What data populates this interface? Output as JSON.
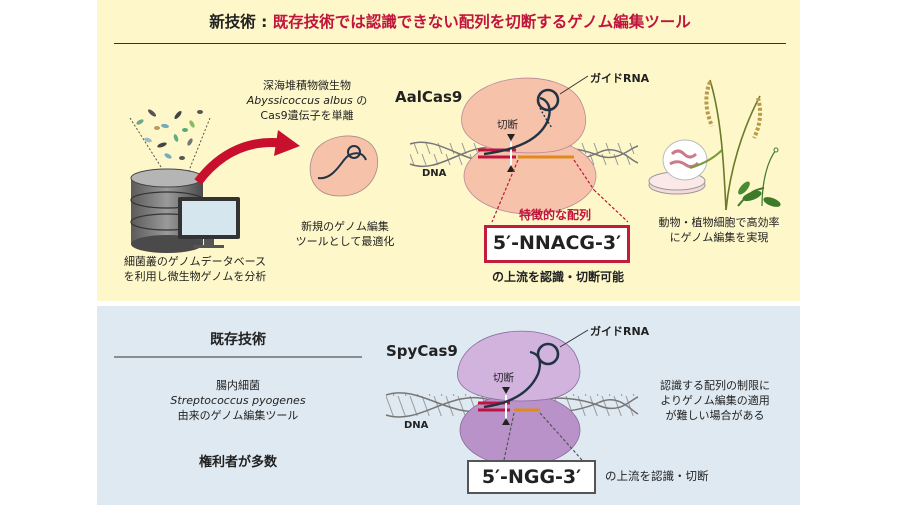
{
  "title": {
    "prefix": "新技術 : ",
    "highlight": "既存技術では認識できない配列を切断するゲノム編集ツール"
  },
  "new_tech": {
    "source_line1": "深海堆積物微生物",
    "source_species": "Abyssicoccus albus",
    "source_line2_suffix": " の",
    "source_line3": "Cas9遺伝子を単離",
    "database_line1": "細菌叢のゲノムデータベース",
    "database_line2": "を利用し微生物ゲノムを分析",
    "optimize_line1": "新規のゲノム編集",
    "optimize_line2": "ツールとして最適化",
    "enzyme_name": "AalCas9",
    "guide_label": "ガイドRNA",
    "cut_label": "切断",
    "dna_label": "DNA",
    "feature_label": "特徴的な配列",
    "sequence": "5′-NNACG-3′",
    "recognition": "の上流を認識・切断可能",
    "application_line1": "動物・植物細胞で高効率",
    "application_line2": "にゲノム編集を実現"
  },
  "existing_tech": {
    "heading": "既存技術",
    "origin_line1": "腸内細菌",
    "origin_species": "Streptococcus pyogenes",
    "origin_line3": "由来のゲノム編集ツール",
    "patent_note": "権利者が多数",
    "enzyme_name": "SpyCas9",
    "guide_label": "ガイドRNA",
    "cut_label": "切断",
    "dna_label": "DNA",
    "sequence": "5′-NGG-3′",
    "recognition": "の上流を認識・切断",
    "limitation_line1": "認識する配列の制限に",
    "limitation_line2": "よりゲノム編集の適用",
    "limitation_line3": "が難しい場合がある"
  },
  "colors": {
    "top_panel": "#fdf7c9",
    "bottom_panel": "#dfe9f1",
    "highlight": "#c0143c",
    "aal_protein": "#f6c3aa",
    "spy_protein": "#c9a6d6",
    "arrow": "#c8102e"
  }
}
